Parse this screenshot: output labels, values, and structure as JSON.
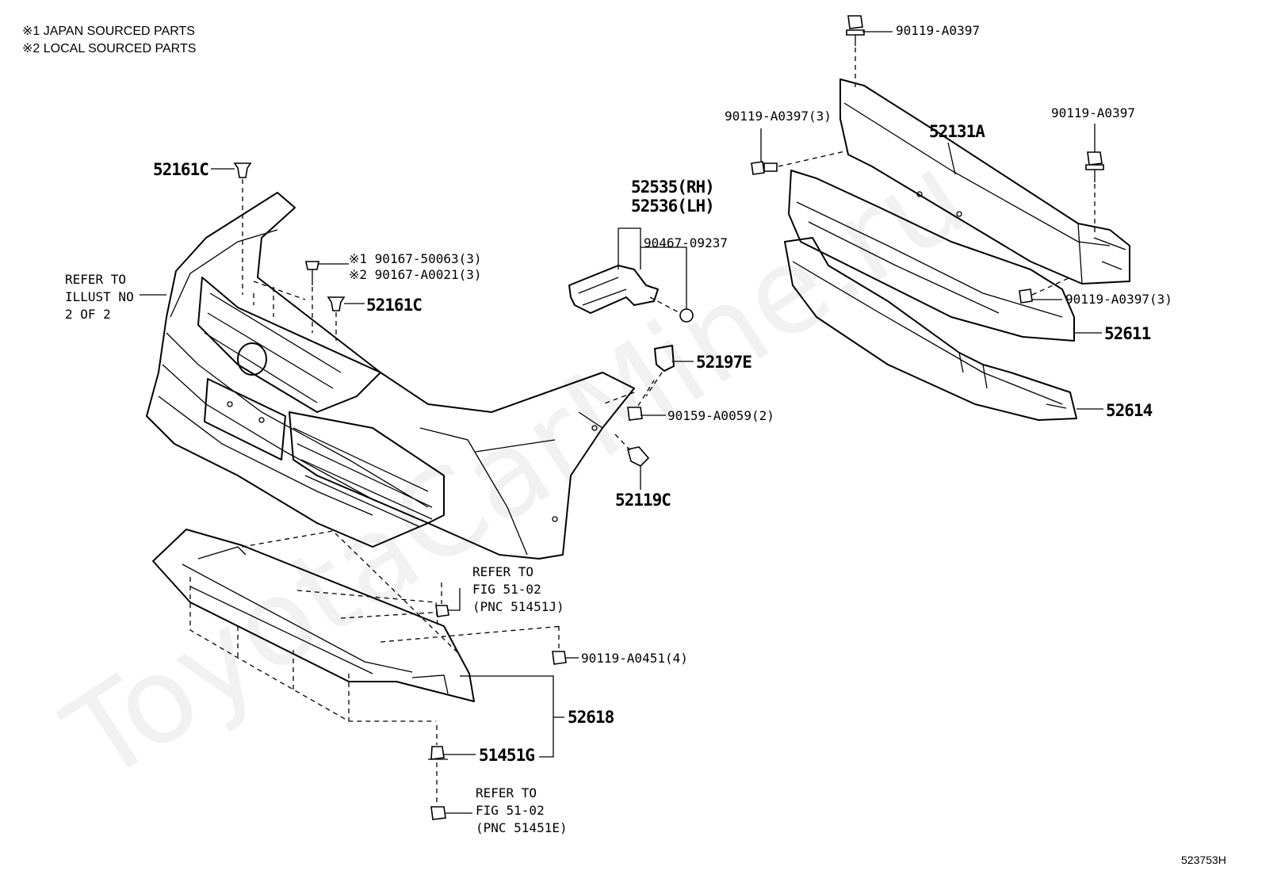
{
  "notes": [
    "※1 JAPAN SOURCED PARTS",
    "※2 LOCAL SOURCED PARTS"
  ],
  "refer_illust": [
    "REFER TO",
    "ILLUST NO",
    "2 OF 2"
  ],
  "refer_fig_upper": [
    "REFER TO",
    "FIG 51-02",
    "(PNC 51451J)"
  ],
  "refer_fig_lower": [
    "REFER TO",
    "FIG 51-02",
    "(PNC 51451E)"
  ],
  "parts": {
    "p52161C_top": "52161C",
    "p52161C_mid": "52161C",
    "p90167_a": "※1 90167-50063(3)",
    "p90167_b": "※2 90167-A0021(3)",
    "p52535": "52535(RH)",
    "p52536": "52536(LH)",
    "p90467": "90467-09237",
    "p52197E": "52197E",
    "p90159": "90159-A0059(2)",
    "p52119C": "52119C",
    "p90119_top": "90119-A0397",
    "p90119_left": "90119-A0397(3)",
    "p90119_right": "90119-A0397",
    "p52131A": "52131A",
    "p90119_lower": "90119-A0397(3)",
    "p52611": "52611",
    "p52614": "52614",
    "p90119_a0451": "90119-A0451(4)",
    "p52618": "52618",
    "p51451G": "51451G"
  },
  "diagram_code": "523753H",
  "watermark": "ToyotaCarMine.ru"
}
